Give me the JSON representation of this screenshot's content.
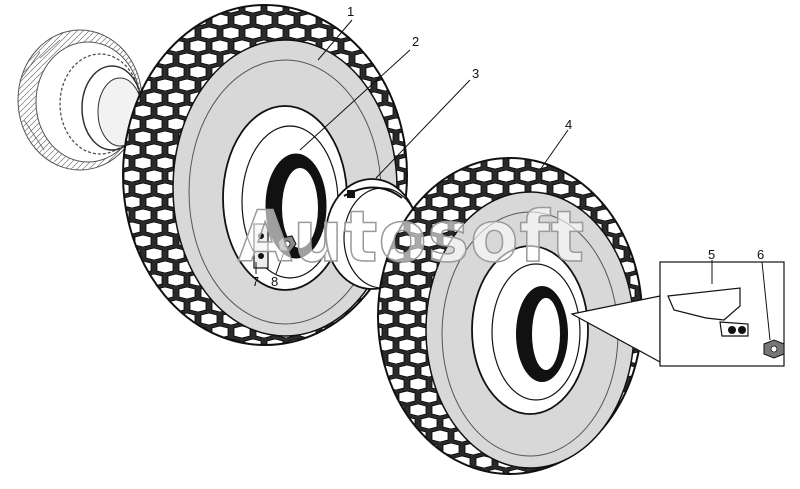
{
  "callouts": {
    "c1": "1",
    "c2": "2",
    "c3": "3",
    "c4": "4",
    "c5": "5",
    "c6": "6",
    "c7": "7",
    "c8": "8"
  },
  "watermark": "Autosoft",
  "colors": {
    "line": "#1a1a1a",
    "sidewall": "#d8d8d8",
    "tread": "#2a2a2a",
    "paper": "#ffffff"
  }
}
